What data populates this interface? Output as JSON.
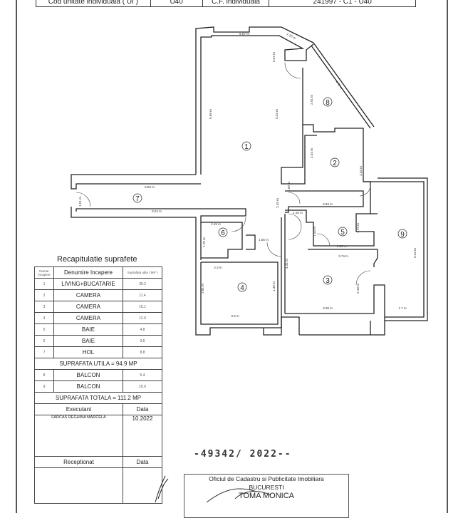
{
  "header": {
    "cells": [
      "Cod unitate individuala ( UI )",
      "U40",
      "C.F. individuala",
      "241997 - C1 - U40"
    ]
  },
  "plan": {
    "rooms": [
      "1",
      "2",
      "3",
      "4",
      "5",
      "6",
      "7",
      "8",
      "9"
    ],
    "dimensions": {
      "d557": "5.57 m",
      "d120": "1.20 m",
      "d057": "0.57 m",
      "d476": "4.76 m",
      "d291": "2.91 m",
      "d668": "6.68 m",
      "d534": "5.34 m",
      "d583": "5.83 m",
      "d151": "1.51 m",
      "d804": "8.04 m",
      "d215": "2.15 m",
      "d170": "1.70 m",
      "d156": "1.56 m",
      "d234": "2.34 m",
      "d225": "2.25 m",
      "d100": "1.00 m",
      "d383": "3.83 m",
      "d245": "2.45 m",
      "d115": "1.15 m",
      "d154": "1.54 m",
      "d179": "1.79 m",
      "d280": "2.80 m",
      "d374": "3.74 m",
      "d643": "6.43 m",
      "d431": "4.31 m",
      "d218": "2.18 m",
      "d308": "3.08 m",
      "d17": "1.7 m",
      "d23": "2.3 m",
      "d281": "2.81 m",
      "d149": "1.49 m",
      "d39": "3.9 m"
    }
  },
  "recap": {
    "title": "Recapitulatie suprafete",
    "headers": [
      "Numar Incapere",
      "Denumire Incapere",
      "Suprafata utila ( MP )"
    ],
    "rooms": [
      {
        "nr": "1",
        "name": "LIVING+BUCATARIE",
        "area": "39.2"
      },
      {
        "nr": "2",
        "name": "CAMERA",
        "area": "11.4"
      },
      {
        "nr": "3",
        "name": "CAMERA",
        "area": "15.1"
      },
      {
        "nr": "4",
        "name": "CAMERA",
        "area": "12.0"
      },
      {
        "nr": "5",
        "name": "BAIE",
        "area": "4.8"
      },
      {
        "nr": "6",
        "name": "BAIE",
        "area": "3.6"
      },
      {
        "nr": "7",
        "name": "HOL",
        "area": "8.8"
      }
    ],
    "useful_total": "SUPRAFATA UTILA = 94.9 MP",
    "balconies": [
      {
        "nr": "8",
        "name": "BALCON",
        "area": "5.4"
      },
      {
        "nr": "9",
        "name": "BALCON",
        "area": "10.9"
      }
    ],
    "grand_total": "SUPRAFATA  TOTALA = 111.2 MP",
    "executant_label": "Executant",
    "date_label": "Data",
    "executant_name": "FARCAS REGHINA MARCELA",
    "executant_date": "10.2022",
    "receptionat_label": "Receptionat",
    "receptionat_date_label": "Data"
  },
  "registration": "-49342/ 2022--",
  "stamp": {
    "line1": "Oficiul de Cadastru si Publicitate Imobiliara",
    "line2": "BUCURESTI",
    "line3": "TOMA MONICA"
  }
}
